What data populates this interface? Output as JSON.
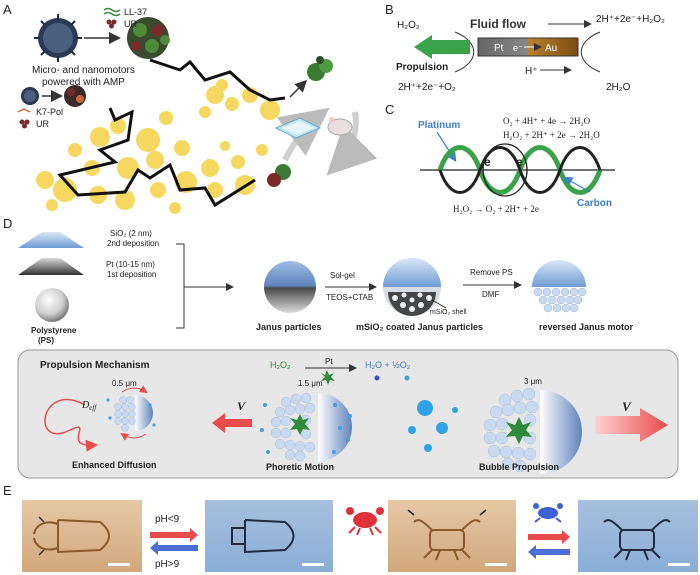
{
  "panels": {
    "a": "A",
    "b": "B",
    "c": "C",
    "d": "D",
    "e": "E"
  },
  "panel_a": {
    "ll37": "LL-37",
    "ur1": "UR",
    "caption_line1": "Micro- and nanomotors",
    "caption_line2": "powered with AMP",
    "k7pol": "K7-Pol",
    "ur2": "UR"
  },
  "panel_b": {
    "h2o2_left": "H₂O₂",
    "fluid_flow": "Fluid flow",
    "right_top": "2H⁺+2e⁻+H₂O₂",
    "propulsion": "Propulsion",
    "pt": "Pt",
    "e": "e⁻",
    "au": "Au",
    "h_plus": "H⁺",
    "left_bottom": "2H⁺+2e⁻+O₂",
    "h2o": "2H₂O"
  },
  "panel_c": {
    "eq1": "O₂ + 4H⁺ + 4e → 2H₂O",
    "eq2": "H₂O₂ + 2H⁺ + 2e → 2H₂O",
    "platinum": "Platinum",
    "e1": "e",
    "e2": "e",
    "carbon": "Carbon",
    "eq3": "H₂O₂ → O₂ + 2H⁺ + 2e"
  },
  "panel_d": {
    "sio2": "SiO₂ (2 nm)",
    "dep2": "2nd deposition",
    "pt_layer": "Pt (10-15 nm)",
    "dep1": "1st deposition",
    "ps1": "Polystyrene",
    "ps2": "(PS)",
    "solgel": "Sol-gel",
    "teos": "TEOS+CTAB",
    "remove_ps": "Remove PS",
    "dmf": "DMF",
    "shell": "mSiO₂ shell",
    "janus": "Janus particles",
    "coated": "mSiO₂ coated Janus particles",
    "reversed": "reversed Janus motor",
    "mech_title": "Propulsion Mechanism",
    "reaction_left": "H₂O₂",
    "reaction_pt": "Pt",
    "reaction_right": "H₂O + ½O₂",
    "size1": "0.5 μm",
    "size2": "1.5 μm",
    "size3": "3 μm",
    "deff": "D",
    "deff_sub": "eff",
    "v1": "V",
    "v2": "V",
    "enhanced": "Enhanced Diffusion",
    "phoretic": "Phoretic Motion",
    "bubble": "Bubble Propulsion"
  },
  "panel_e": {
    "ph_low": "pH<9",
    "ph_high": "pH>9"
  },
  "colors": {
    "green": "#2e8b3a",
    "red_arrow": "#e84b4b",
    "blue_arrow": "#4c6fd6",
    "label_blue": "#3f7fc6",
    "janus_blue": "#6d90c8",
    "crab_red": "#e0323a",
    "crab_blue": "#3d5fd8"
  }
}
